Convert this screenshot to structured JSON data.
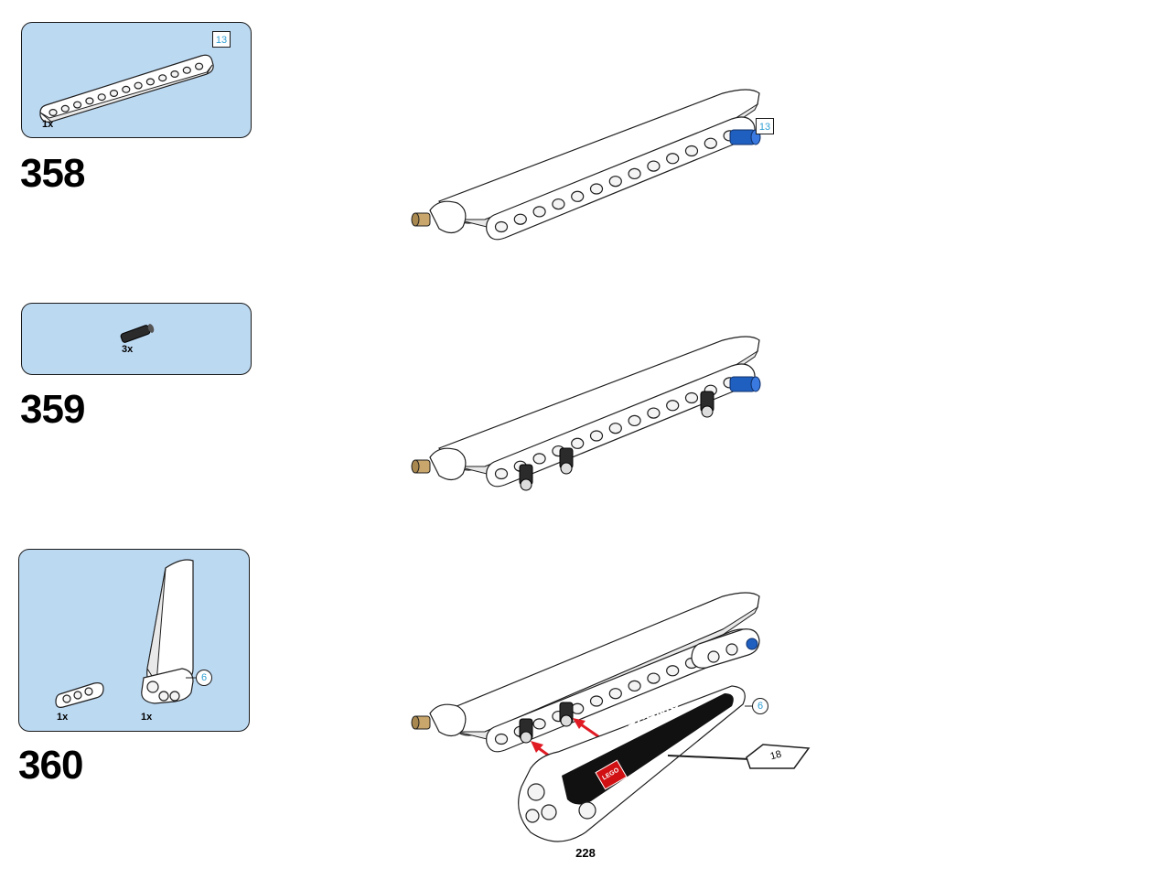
{
  "page": {
    "number": "228"
  },
  "steps": [
    {
      "number": "358",
      "parts": [
        {
          "qty": "1x",
          "part": "beam-13",
          "tag": "13"
        }
      ],
      "callouts": [
        {
          "tag": "13"
        }
      ]
    },
    {
      "number": "359",
      "parts": [
        {
          "qty": "3x",
          "part": "black-pin"
        }
      ]
    },
    {
      "number": "360",
      "parts": [
        {
          "qty": "1x",
          "part": "beam-3"
        },
        {
          "qty": "1x",
          "part": "panel",
          "tag": "6"
        }
      ],
      "callouts": [
        {
          "tag": "6"
        }
      ],
      "sticker": {
        "brand": "LEGO",
        "text": "TECHNIC",
        "sheet": "18"
      }
    }
  ],
  "colors": {
    "callout_bg": "#bcd9f2",
    "tag_text": "#2f9fd4",
    "axle_blue": "#1f5fbf",
    "pin_tan": "#c9a66b",
    "arrow_red": "#e01b24",
    "lego_red": "#d01012"
  }
}
